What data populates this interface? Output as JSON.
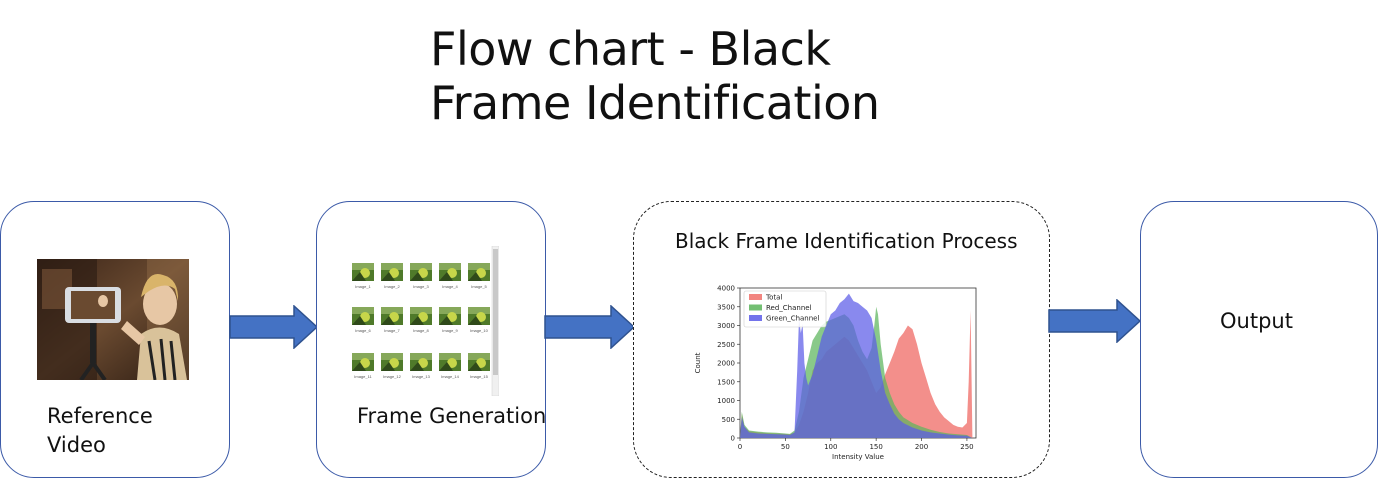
{
  "title_line1": "Flow chart - Black",
  "title_line2": "Frame Identification",
  "steps": {
    "reference_video": {
      "line1": "Reference",
      "line2": "Video"
    },
    "frame_generation": "Frame Generation",
    "process": "Black Frame Identification Process",
    "output": "Output"
  },
  "frame_labels": [
    "Image_1",
    "Image_2",
    "Image_3",
    "Image_4",
    "Image_5",
    "Image_6",
    "Image_7",
    "Image_8",
    "Image_9",
    "Image_10",
    "Image_11",
    "Image_12",
    "Image_13",
    "Image_14",
    "Image_15"
  ],
  "colors": {
    "box_border": "#3b5aa8",
    "arrow": "#4472c4",
    "arrow_edge": "#2f528f",
    "red": "#f0706a",
    "green": "#5bb45b",
    "blue": "#5b5be8"
  },
  "chart_data": {
    "type": "area",
    "title": "",
    "xlabel": "Intensity Value",
    "ylabel": "Count",
    "xlim": [
      0,
      260
    ],
    "ylim": [
      0,
      4000
    ],
    "xticks": [
      0,
      50,
      100,
      150,
      200,
      250
    ],
    "yticks": [
      0,
      500,
      1000,
      1500,
      2000,
      2500,
      3000,
      3500,
      4000
    ],
    "legend_position": "top-left",
    "series": [
      {
        "name": "Total",
        "color": "#f0706a",
        "x": [
          0,
          2,
          5,
          10,
          20,
          30,
          40,
          50,
          55,
          60,
          65,
          70,
          75,
          80,
          85,
          90,
          95,
          100,
          105,
          110,
          115,
          120,
          125,
          130,
          135,
          140,
          145,
          150,
          155,
          160,
          165,
          170,
          175,
          180,
          185,
          190,
          195,
          200,
          205,
          210,
          215,
          220,
          225,
          230,
          235,
          240,
          245,
          250,
          252,
          254,
          256
        ],
        "y": [
          0,
          650,
          300,
          180,
          150,
          130,
          120,
          110,
          100,
          150,
          350,
          700,
          1200,
          1800,
          2000,
          2100,
          2300,
          2400,
          2500,
          2600,
          2700,
          2600,
          2400,
          2200,
          2000,
          1800,
          1500,
          1200,
          1350,
          1700,
          2000,
          2300,
          2650,
          2800,
          3000,
          2900,
          2500,
          2000,
          1600,
          1200,
          900,
          700,
          550,
          450,
          350,
          300,
          280,
          400,
          1500,
          3400,
          0
        ]
      },
      {
        "name": "Red_Channel",
        "color": "#5bb45b",
        "x": [
          0,
          2,
          5,
          10,
          20,
          30,
          40,
          50,
          55,
          60,
          65,
          70,
          75,
          80,
          85,
          90,
          95,
          100,
          105,
          110,
          115,
          120,
          125,
          130,
          135,
          140,
          145,
          148,
          150,
          152,
          155,
          160,
          165,
          170,
          175,
          180,
          190,
          200,
          210,
          220,
          230,
          240,
          250,
          256
        ],
        "y": [
          0,
          700,
          350,
          200,
          170,
          150,
          140,
          120,
          110,
          200,
          700,
          1600,
          2100,
          2600,
          2800,
          3000,
          3100,
          3150,
          3200,
          3250,
          3300,
          3200,
          3000,
          2600,
          2300,
          2100,
          2400,
          3000,
          3500,
          3300,
          2500,
          1600,
          1200,
          900,
          700,
          550,
          400,
          300,
          220,
          160,
          120,
          100,
          80,
          0
        ]
      },
      {
        "name": "Green_Channel",
        "color": "#5b5be8",
        "x": [
          0,
          2,
          5,
          10,
          20,
          30,
          40,
          50,
          55,
          60,
          63,
          65,
          67,
          69,
          71,
          73,
          75,
          80,
          85,
          90,
          95,
          100,
          105,
          110,
          115,
          120,
          125,
          130,
          135,
          140,
          145,
          150,
          155,
          160,
          165,
          170,
          175,
          180,
          190,
          200,
          210,
          220,
          230,
          240,
          250,
          256
        ],
        "y": [
          0,
          550,
          300,
          150,
          120,
          110,
          100,
          90,
          80,
          150,
          1800,
          3200,
          2800,
          3050,
          2000,
          1600,
          1400,
          1700,
          2200,
          2700,
          3000,
          3300,
          3400,
          3600,
          3700,
          3850,
          3650,
          3600,
          3500,
          3400,
          3200,
          2600,
          1800,
          1200,
          900,
          650,
          500,
          400,
          280,
          200,
          150,
          120,
          90,
          70,
          60,
          0
        ]
      }
    ]
  }
}
